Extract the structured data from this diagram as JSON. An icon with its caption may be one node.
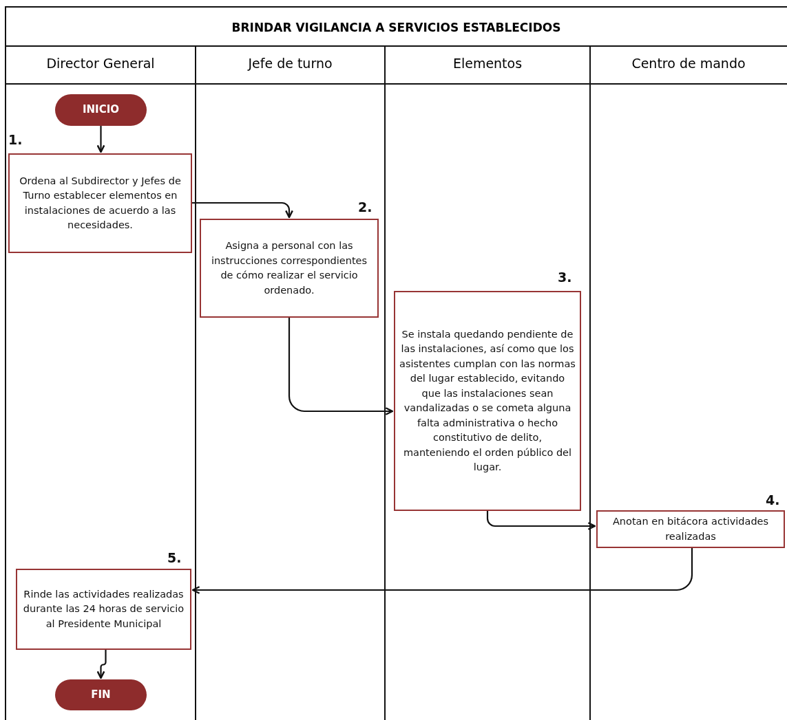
{
  "diagram": {
    "title": "BRINDAR VIGILANCIA A SERVICIOS ESTABLECIDOS",
    "nodes": [
      {
        "text": [
          "INICIO"
        ]
      },
      {
        "text": [
          "Ordena al Subdirector y Jefes de Turno establecer elementos en instalaciones de acuerdo a las necesidades."
        ],
        "beside": [
          "1."
        ]
      },
      {
        "text": [
          "Asigna a personal con las instrucciones correspondientes de cómo realizar el servicio ordenado."
        ],
        "beside": [
          "2."
        ]
      },
      {
        "text": [
          "Se instala quedando pendiente de las instalaciones, así como que los asistentes cumplan con las normas del lugar establecido, evitando que las instalaciones sean vandalizadas o se cometa alguna falta administrativa o hecho constitutivo de delito, manteniendo el orden público del lugar."
        ],
        "beside": [
          "3."
        ]
      },
      {
        "text": [
          "Anotan en bitácora actividades realizadas"
        ],
        "beside": [
          "4."
        ]
      },
      {
        "text": [
          "Rinde las actividades realizadas durante las 24 horas de servicio al Presidente Municipal"
        ],
        "beside": [
          "5."
        ]
      },
      {
        "text": [
          "FIN"
        ]
      }
    ],
    "edges": [
      {
        "from": 0,
        "to": 1,
        "arrow": "to"
      },
      {
        "from": 1,
        "to": 2,
        "arrow": "to"
      },
      {
        "from": 2,
        "to": 3,
        "arrow": "to"
      },
      {
        "from": 3,
        "to": 4,
        "arrow": "to"
      },
      {
        "from": 4,
        "to": 5,
        "arrow": "to"
      },
      {
        "from": 5,
        "to": 6,
        "arrow": "to"
      }
    ],
    "labels": [
      "Director General",
      "Jefe de turno",
      "Elementos",
      "Centro de mando"
    ]
  }
}
